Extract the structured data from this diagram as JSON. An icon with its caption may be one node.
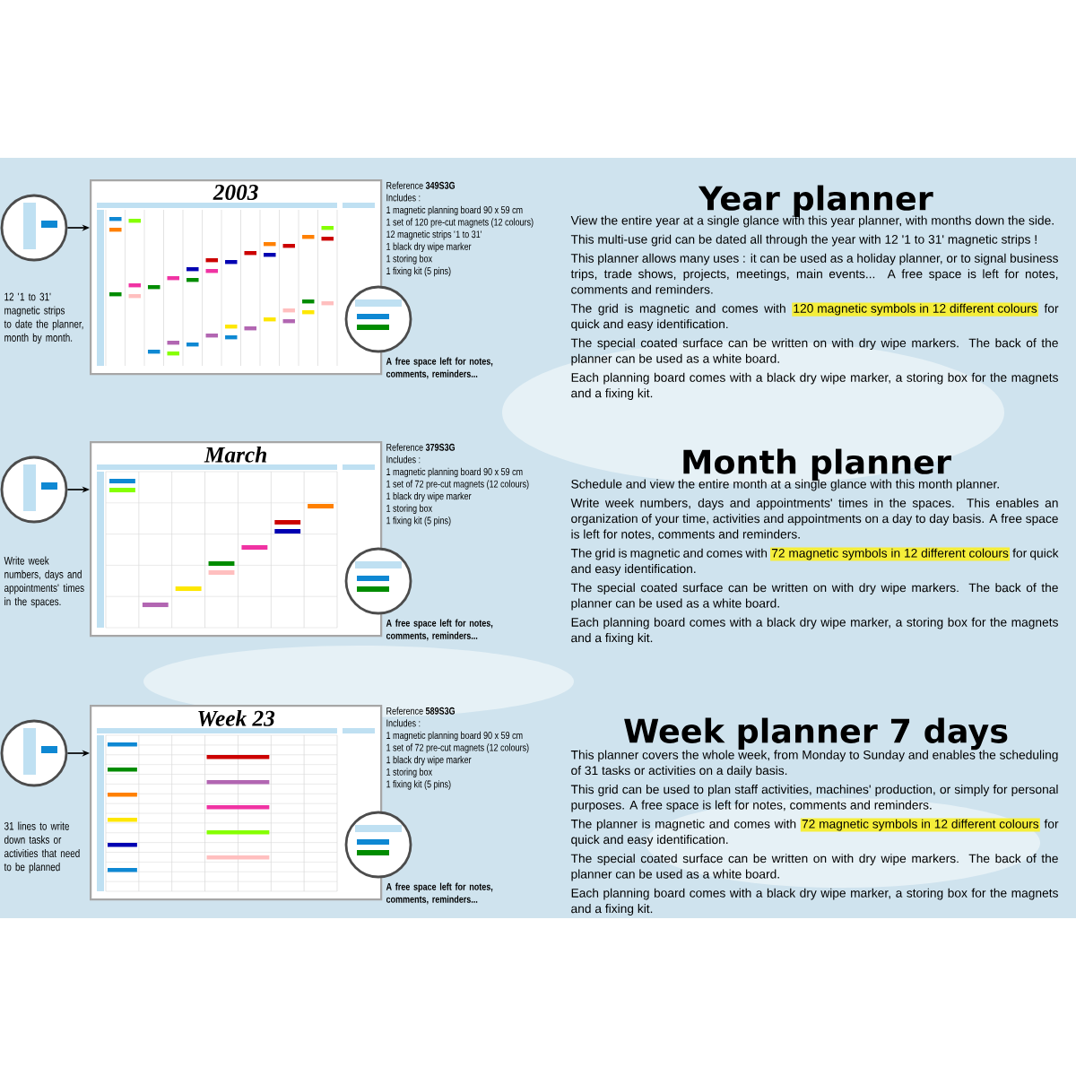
{
  "diagram": {
    "nodes": [
      {
        "text": [
          "2003"
        ]
      },
      {
        "text": [],
        "shape": "circle"
      },
      {
        "text": [],
        "shape": "circle"
      },
      {
        "text": [
          "March"
        ]
      },
      {
        "text": [],
        "shape": "circle"
      },
      {
        "text": [],
        "shape": "circle"
      },
      {
        "text": [
          "Week 23"
        ]
      },
      {
        "text": [],
        "shape": "circle"
      },
      {
        "text": [],
        "shape": "circle"
      }
    ],
    "edges": [
      {
        "from": 1,
        "to": 0,
        "arrow": "to"
      },
      {
        "from": 4,
        "to": 3,
        "arrow": "to"
      },
      {
        "from": 7,
        "to": 6,
        "arrow": "to"
      }
    ],
    "labels": [
      "12 '1 to 31' magnetic strips to date the planner, month by month.",
      "Reference **349S3G**",
      "Includes :",
      "1 magnetic planning board 90 x 59 cm",
      "1 set of 120 pre-cut magnets (12 colours)",
      "12 magnetic strips '1 to 31'",
      "1 black dry wipe marker",
      "1 storing box",
      "1 fixing kit (5 pins)",
      "A free space left for notes, comments, reminders...",
      "Year planner",
      "View the entire year at a single glance with this year planner, with months down the side.",
      "This multi-use grid can be dated all through the year with 12 '1 to 31' magnetic strips !",
      "This planner allows many uses : it can be used as a holiday planner, or to signal business trips, trade shows, projects, meetings, main events... A free space is left for notes, comments and reminders.",
      "The grid is magnetic and comes with",
      "120 magnetic symbols in 12 different colours",
      "for quick and easy identification.",
      "The special coated surface can be written on with dry wipe markers. The back of the planner can be used as a white board.",
      "Each planning board comes with a black dry wipe marker, a storing box for the magnets and a fixing kit.",
      "Write week numbers, days and appointments' times in the spaces.",
      "Reference **379S3G**",
      "Includes :",
      "1 magnetic planning board 90 x 59 cm",
      "1 set of 72 pre-cut magnets (12 colours)",
      "1 black dry wipe marker",
      "1 storing box",
      "1 fixing kit (5 pins)",
      "A free space left for notes, comments, reminders...",
      "Month planner",
      "Schedule and view the entire month at a single glance with this month planner.",
      "Write week numbers, days and appointments' times in the spaces. This enables an organization of your time, activities and appointments on a day to day basis. A free space is left for notes, comments and reminders.",
      "The grid is magnetic and comes with",
      "72 magnetic symbols in 12 different colours",
      "for quick and easy identification.",
      "The special coated surface can be written on with dry wipe markers. The back of the planner can be used as a white board.",
      "Each planning board comes with a black dry wipe marker, a storing box for the magnets and a fixing kit.",
      "31 lines to write down tasks or activities that need to be planned",
      "Reference **589S3G**",
      "Includes :",
      "1 magnetic planning board 90 x 59 cm",
      "1 set of 72 pre-cut magnets (12 colours)",
      "1 black dry wipe marker",
      "1 storing box",
      "1 fixing kit (5 pins)",
      "A free space left for notes, comments, reminders...",
      "Week planner 7 days",
      "This planner covers the whole week, from Monday to Sunday and enables the scheduling of 31 tasks or activities on a daily basis.",
      "This grid can be used to plan staff activities, machines' production, or simply for personal purposes. A free space is left for notes, comments and reminders.",
      "The planner is magnetic and comes with",
      "72 magnetic symbols in 12 different colours",
      "for quick and easy identification.",
      "The special coated surface can be written on with dry wipe markers. The back of the planner can be used as a white board.",
      "Each planning board comes with a black dry wipe marker, a storing box for the magnets and a fixing kit."
    ]
  }
}
